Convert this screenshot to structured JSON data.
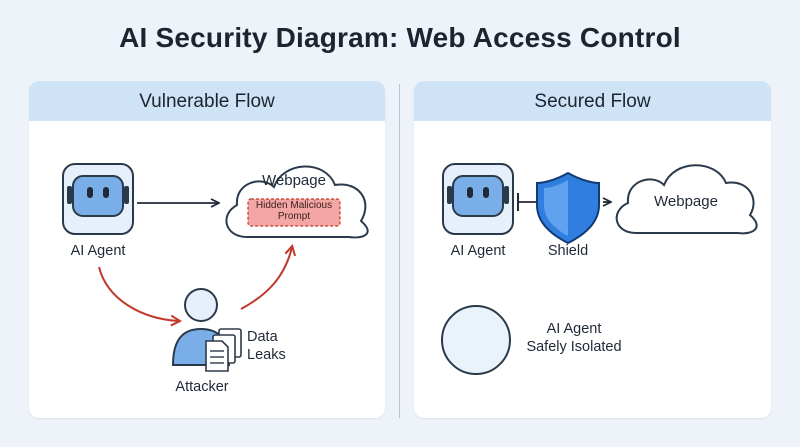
{
  "title": "AI Security Diagram: Web Access Control",
  "left_panel": {
    "header": "Vulnerable Flow",
    "agent_label": "AI Agent",
    "webpage_label": "Webpage",
    "hidden_prompt": [
      "Hidden Malicious",
      "Prompt"
    ],
    "attacker_label": "Attacker",
    "data_leaks": [
      "Data",
      "Leaks"
    ]
  },
  "right_panel": {
    "header": "Secured Flow",
    "agent_label": "AI Agent",
    "shield_label": "Shield",
    "webpage_label": "Webpage",
    "isolated_text": [
      "AI Agent",
      "Safely Isolated"
    ]
  },
  "colors": {
    "accent_blue": "#7aaee8",
    "icon_outline": "#2b3a4a",
    "shield_blue": "#2f7ee0",
    "danger_red": "#c0392b",
    "hidden_prompt_fill": "#f3a6a3",
    "header_bg": "#cfe3f7"
  }
}
